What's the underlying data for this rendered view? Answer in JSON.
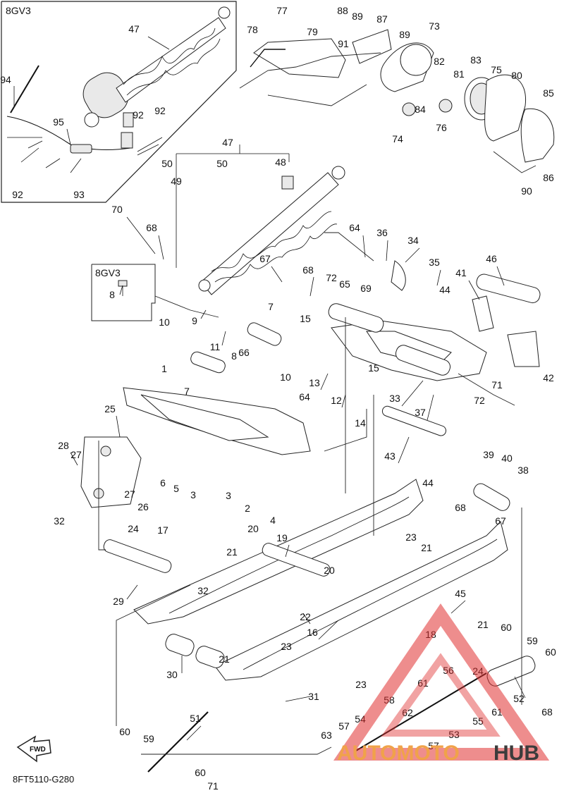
{
  "inset_top_left": {
    "model_code": "8GV3"
  },
  "inset_mid_left": {
    "model_code": "8GV3"
  },
  "drawing_code": "8FT5110-G280",
  "fwd_label": "FWD",
  "watermark": {
    "text_a": "AUTOMOTO",
    "text_b": "HUB",
    "color_a": "#f0a24a",
    "color_b": "#3c3c3c",
    "triangle_color": "#e03030"
  },
  "callouts": [
    {
      "id": "77",
      "text": "77"
    },
    {
      "id": "88",
      "text": "88"
    },
    {
      "id": "89a",
      "text": "89"
    },
    {
      "id": "87",
      "text": "87"
    },
    {
      "id": "78",
      "text": "78"
    },
    {
      "id": "79",
      "text": "79"
    },
    {
      "id": "91",
      "text": "91"
    },
    {
      "id": "89b",
      "text": "89"
    },
    {
      "id": "73",
      "text": "73"
    },
    {
      "id": "82",
      "text": "82"
    },
    {
      "id": "81",
      "text": "81"
    },
    {
      "id": "83",
      "text": "83"
    },
    {
      "id": "75",
      "text": "75"
    },
    {
      "id": "80",
      "text": "80"
    },
    {
      "id": "85",
      "text": "85"
    },
    {
      "id": "84",
      "text": "84"
    },
    {
      "id": "76",
      "text": "76"
    },
    {
      "id": "74",
      "text": "74"
    },
    {
      "id": "86",
      "text": "86"
    },
    {
      "id": "90",
      "text": "90"
    },
    {
      "id": "47a",
      "text": "47"
    },
    {
      "id": "94",
      "text": "94"
    },
    {
      "id": "95",
      "text": "95"
    },
    {
      "id": "92a",
      "text": "92"
    },
    {
      "id": "92b",
      "text": "92"
    },
    {
      "id": "92c",
      "text": "92"
    },
    {
      "id": "93",
      "text": "93"
    },
    {
      "id": "47b",
      "text": "47"
    },
    {
      "id": "50a",
      "text": "50"
    },
    {
      "id": "50b",
      "text": "50"
    },
    {
      "id": "49",
      "text": "49"
    },
    {
      "id": "48",
      "text": "48"
    },
    {
      "id": "70",
      "text": "70"
    },
    {
      "id": "68a",
      "text": "68"
    },
    {
      "id": "64a",
      "text": "64"
    },
    {
      "id": "36",
      "text": "36"
    },
    {
      "id": "34",
      "text": "34"
    },
    {
      "id": "35",
      "text": "35"
    },
    {
      "id": "41",
      "text": "41"
    },
    {
      "id": "46",
      "text": "46"
    },
    {
      "id": "8a",
      "text": "8"
    },
    {
      "id": "67a",
      "text": "67"
    },
    {
      "id": "68b",
      "text": "68"
    },
    {
      "id": "72a",
      "text": "72"
    },
    {
      "id": "65",
      "text": "65"
    },
    {
      "id": "69",
      "text": "69"
    },
    {
      "id": "44a",
      "text": "44"
    },
    {
      "id": "9",
      "text": "9"
    },
    {
      "id": "7a",
      "text": "7"
    },
    {
      "id": "10a",
      "text": "10"
    },
    {
      "id": "11",
      "text": "11"
    },
    {
      "id": "15a",
      "text": "15"
    },
    {
      "id": "66",
      "text": "66"
    },
    {
      "id": "8b",
      "text": "8"
    },
    {
      "id": "10b",
      "text": "10"
    },
    {
      "id": "13",
      "text": "13"
    },
    {
      "id": "15b",
      "text": "15"
    },
    {
      "id": "33",
      "text": "33"
    },
    {
      "id": "71a",
      "text": "71"
    },
    {
      "id": "42",
      "text": "42"
    },
    {
      "id": "1",
      "text": "1"
    },
    {
      "id": "7b",
      "text": "7"
    },
    {
      "id": "12",
      "text": "12"
    },
    {
      "id": "37",
      "text": "37"
    },
    {
      "id": "72b",
      "text": "72"
    },
    {
      "id": "25",
      "text": "25"
    },
    {
      "id": "64b",
      "text": "64"
    },
    {
      "id": "14",
      "text": "14"
    },
    {
      "id": "39",
      "text": "39"
    },
    {
      "id": "40",
      "text": "40"
    },
    {
      "id": "38",
      "text": "38"
    },
    {
      "id": "28",
      "text": "28"
    },
    {
      "id": "27a",
      "text": "27"
    },
    {
      "id": "43",
      "text": "43"
    },
    {
      "id": "44b",
      "text": "44"
    },
    {
      "id": "6",
      "text": "6"
    },
    {
      "id": "5",
      "text": "5"
    },
    {
      "id": "3a",
      "text": "3"
    },
    {
      "id": "3b",
      "text": "3"
    },
    {
      "id": "27b",
      "text": "27"
    },
    {
      "id": "68c",
      "text": "68"
    },
    {
      "id": "67b",
      "text": "67"
    },
    {
      "id": "32a",
      "text": "32"
    },
    {
      "id": "26",
      "text": "26"
    },
    {
      "id": "2",
      "text": "2"
    },
    {
      "id": "4",
      "text": "4"
    },
    {
      "id": "17",
      "text": "17"
    },
    {
      "id": "24a",
      "text": "24"
    },
    {
      "id": "20a",
      "text": "20"
    },
    {
      "id": "19",
      "text": "19"
    },
    {
      "id": "23a",
      "text": "23"
    },
    {
      "id": "21a",
      "text": "21"
    },
    {
      "id": "21b",
      "text": "21"
    },
    {
      "id": "29",
      "text": "29"
    },
    {
      "id": "20b",
      "text": "20"
    },
    {
      "id": "32b",
      "text": "32"
    },
    {
      "id": "22",
      "text": "22"
    },
    {
      "id": "16",
      "text": "16"
    },
    {
      "id": "45",
      "text": "45"
    },
    {
      "id": "18",
      "text": "18"
    },
    {
      "id": "21c",
      "text": "21"
    },
    {
      "id": "23b",
      "text": "23"
    },
    {
      "id": "21d",
      "text": "21"
    },
    {
      "id": "60a",
      "text": "60"
    },
    {
      "id": "59a",
      "text": "59"
    },
    {
      "id": "60b",
      "text": "60"
    },
    {
      "id": "30",
      "text": "30"
    },
    {
      "id": "23c",
      "text": "23"
    },
    {
      "id": "24b",
      "text": "24"
    },
    {
      "id": "56",
      "text": "56"
    },
    {
      "id": "61a",
      "text": "61"
    },
    {
      "id": "52",
      "text": "52"
    },
    {
      "id": "61b",
      "text": "61"
    },
    {
      "id": "68d",
      "text": "68"
    },
    {
      "id": "31",
      "text": "31"
    },
    {
      "id": "58",
      "text": "58"
    },
    {
      "id": "62",
      "text": "62"
    },
    {
      "id": "55",
      "text": "55"
    },
    {
      "id": "53",
      "text": "53"
    },
    {
      "id": "51",
      "text": "51"
    },
    {
      "id": "54",
      "text": "54"
    },
    {
      "id": "57a",
      "text": "57"
    },
    {
      "id": "57b",
      "text": "57"
    },
    {
      "id": "63",
      "text": "63"
    },
    {
      "id": "60c",
      "text": "60"
    },
    {
      "id": "59b",
      "text": "59"
    },
    {
      "id": "60d",
      "text": "60"
    },
    {
      "id": "71b",
      "text": "71"
    }
  ]
}
